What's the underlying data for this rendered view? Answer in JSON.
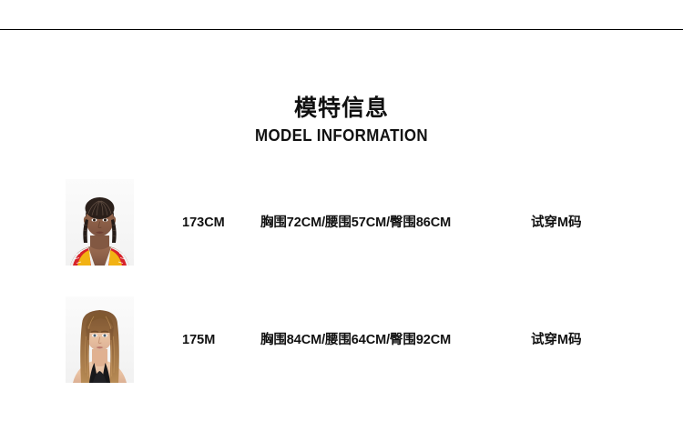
{
  "page": {
    "background_color": "#ffffff",
    "text_color": "#111111",
    "divider_color": "#000000"
  },
  "header": {
    "title_cn": "模特信息",
    "title_en": "MODEL INFORMATION"
  },
  "models": [
    {
      "photo_alt": "model-portrait-braided-hair",
      "height": "173CM",
      "measurements": "胸围72CM/腰围57CM/臀围86CM",
      "fit_size": "试穿M码"
    },
    {
      "photo_alt": "model-portrait-long-hair",
      "height": "175M",
      "measurements": "胸围84CM/腰围64CM/臀围92CM",
      "fit_size": "试穿M码"
    }
  ]
}
